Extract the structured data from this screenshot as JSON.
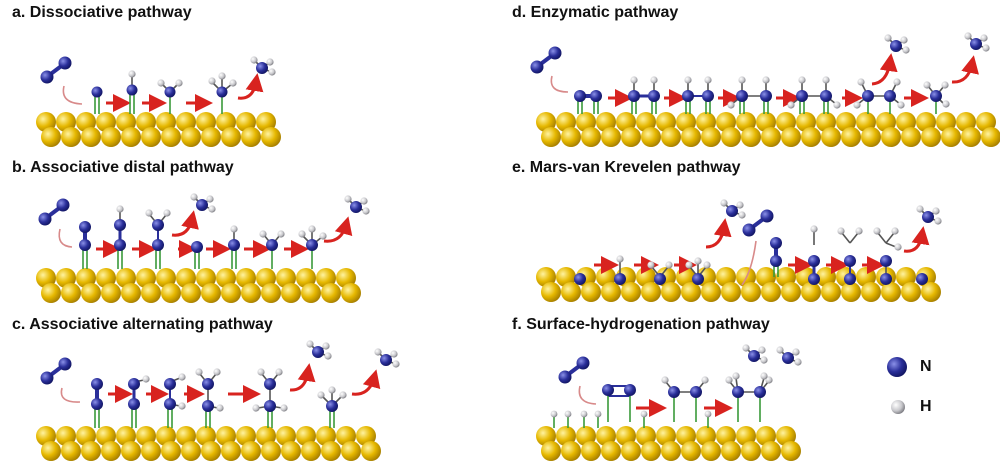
{
  "panels": {
    "a": {
      "title": "a. Dissociative pathway"
    },
    "b": {
      "title": "b. Associative distal pathway"
    },
    "c": {
      "title": "c. Associative alternating pathway"
    },
    "d": {
      "title": "d. Enzymatic pathway"
    },
    "e": {
      "title": "e. Mars-van Krevelen pathway"
    },
    "f": {
      "title": "f. Surface-hydrogenation pathway"
    }
  },
  "legend": {
    "nitrogen": {
      "label": "N"
    },
    "hydrogen": {
      "label": "H"
    }
  },
  "colors": {
    "nitrogen": "#2a2f9a",
    "hydrogen": "#c8c8cc",
    "surface": "#e6b800",
    "arrow": "#d8231f",
    "bond_to_surface": "#3a9a3a"
  }
}
